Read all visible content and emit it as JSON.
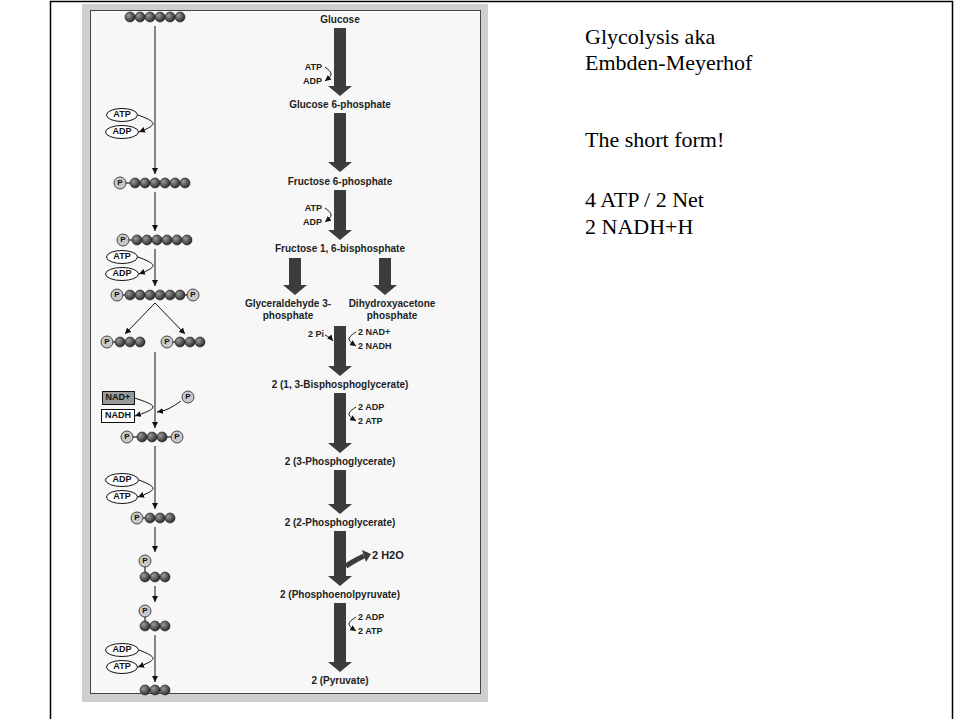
{
  "diagram": {
    "title": "Glycolysis aka Embden-Meyerhof",
    "nodes": [
      {
        "text": [
          "ATP"
        ]
      },
      {
        "text": [
          "ADP"
        ]
      },
      {
        "text": [
          "ATP"
        ]
      },
      {
        "text": [
          "ADP"
        ]
      },
      {
        "text": [
          "NAD+"
        ]
      },
      {
        "text": [
          "NADH"
        ]
      },
      {
        "text": [
          "ADP"
        ]
      },
      {
        "text": [
          "ATP"
        ]
      },
      {
        "text": [
          "ADP"
        ]
      },
      {
        "text": [
          "ATP"
        ]
      }
    ],
    "edges": [
      {
        "from": 0,
        "to": 1,
        "arrow": "to"
      },
      {
        "from": 2,
        "to": 3,
        "arrow": "to"
      },
      {
        "from": 4,
        "to": 5,
        "arrow": "to"
      },
      {
        "from": 6,
        "to": 7,
        "arrow": "to"
      },
      {
        "from": 8,
        "to": 9,
        "arrow": "to"
      }
    ],
    "labels": [
      "Glucose",
      "ATP",
      "ADP",
      "Glucose 6-phosphate",
      "Fructose 6-phosphate",
      "ATP",
      "ADP",
      "Fructose 1, 6-bisphosphate",
      "Glyceraldehyde 3-phosphate",
      "Dihydroxyacetone phosphate",
      "2 Pi",
      "2 NAD+",
      "2 NADH",
      "2 (1, 3-Bisphosphoglycerate)",
      "2 ADP",
      "2 ATP",
      "2 (3-Phosphoglycerate)",
      "2 (2-Phosphoglycerate)",
      "2 H2O",
      "2 (Phosphoenolpyruvate)",
      "2 ADP",
      "2 ATP",
      "2 (Pyruvate)",
      "The short form!",
      "4 ATP / 2 Net",
      "2 NADH+H",
      "P",
      "P",
      "P",
      "P",
      "P",
      "P",
      "P",
      "P",
      "P",
      "P",
      "P",
      "P"
    ]
  }
}
